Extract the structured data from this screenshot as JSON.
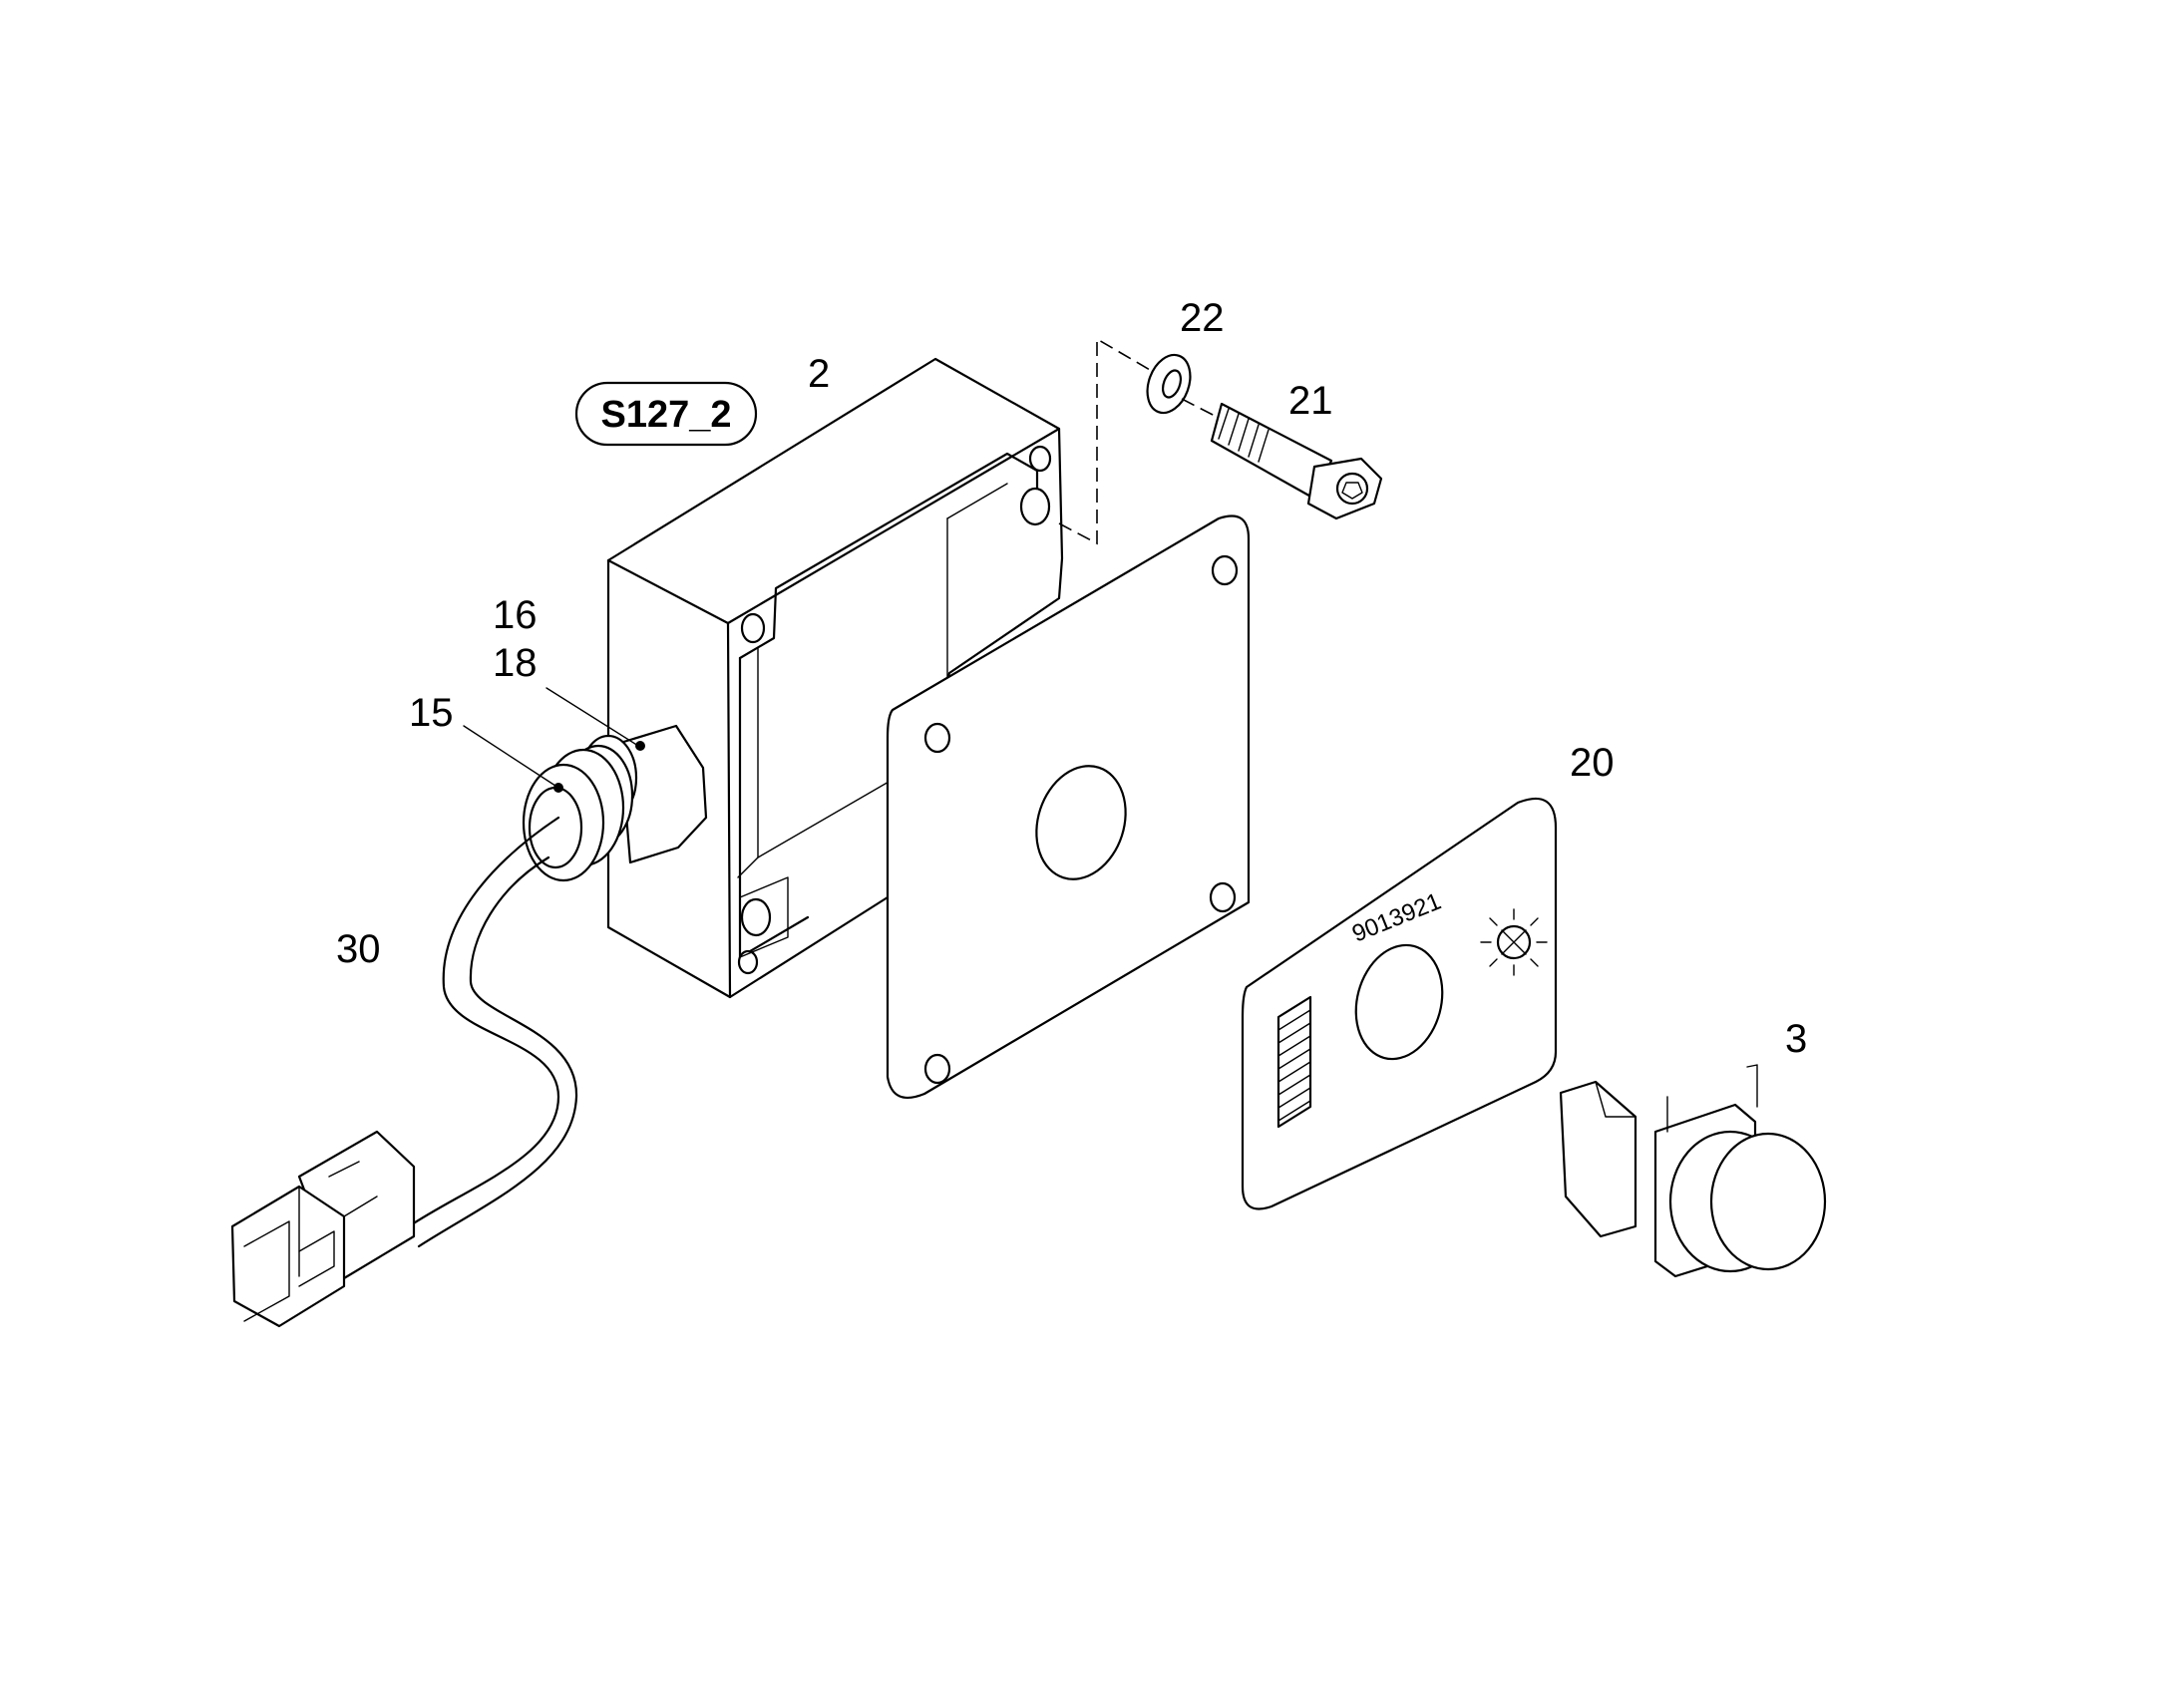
{
  "reference_tag": "S127_2",
  "plate_text": "9013921",
  "callouts": {
    "housing": "2",
    "push_button": "3",
    "gland": "15",
    "lock_nut": "16",
    "seal": "18",
    "label_plate": "20",
    "screw": "21",
    "washer": "22",
    "cable": "30"
  },
  "icons": {
    "brightness": "sun-icon",
    "scale": "bar-scale-icon"
  }
}
